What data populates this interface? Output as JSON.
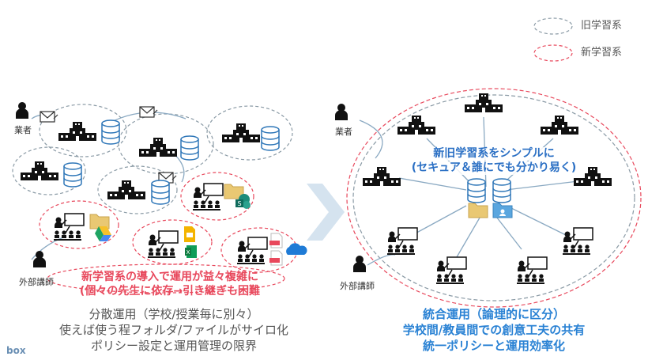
{
  "legend": {
    "old_label": "旧学習系",
    "new_label": "新学習系",
    "old_color": "#8a9aa5",
    "new_color": "#e8485c"
  },
  "left": {
    "vendor_label": "業者",
    "external_label": "外部講師",
    "warning_line1": "新学習系の導入で運用が益々複雑に",
    "warning_line2": "(個々の先生に依存→引き継ぎも困難",
    "desc_line1": "分散運用（学校/授業毎に別々）",
    "desc_line2": "使えば使う程フォルダ/ファイルがサイロ化",
    "desc_line3": "ポリシー設定と運用管理の限界"
  },
  "right": {
    "vendor_label": "業者",
    "external_label": "外部講師",
    "center_line1": "新旧学習系をシンプルに",
    "center_line2": "(セキュア＆誰にでも分かり易く)",
    "desc_line1": "統合運用（論理的に区分）",
    "desc_line2": "学校間/教員間での創意工夫の共有",
    "desc_line3": "統一ポリシーと運用効率化"
  },
  "logo": "box",
  "icons": [
    "person-icon",
    "envelope-icon",
    "school-building-icon",
    "database-icon",
    "teacher-classroom-icon",
    "folder-icon",
    "google-drive-icon",
    "sharepoint-icon",
    "slides-icon",
    "sheets-icon",
    "pdf-icon",
    "onedrive-icon",
    "shared-folder-icon",
    "arrow-chevron-icon"
  ]
}
